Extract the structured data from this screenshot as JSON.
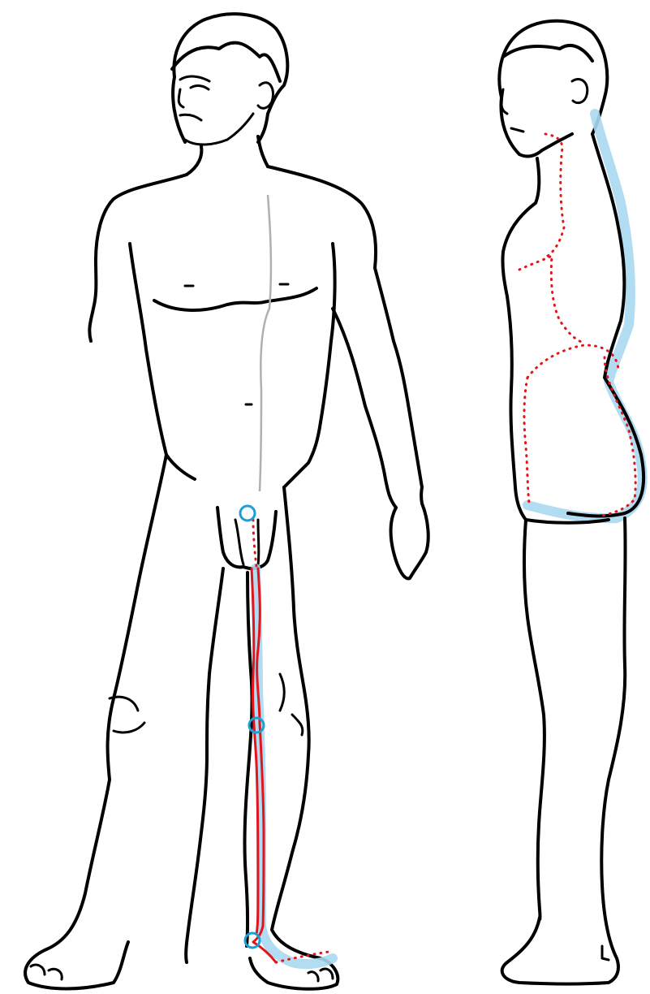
{
  "figure": {
    "views": [
      "front",
      "side"
    ],
    "colors": {
      "outline": "#000000",
      "midline": "#b0b0b0",
      "channel_surface": "#a9d8f0",
      "channel_internal": "#e3151b",
      "acupoint": "#1a9fd6"
    },
    "acupoint_count": 3
  }
}
